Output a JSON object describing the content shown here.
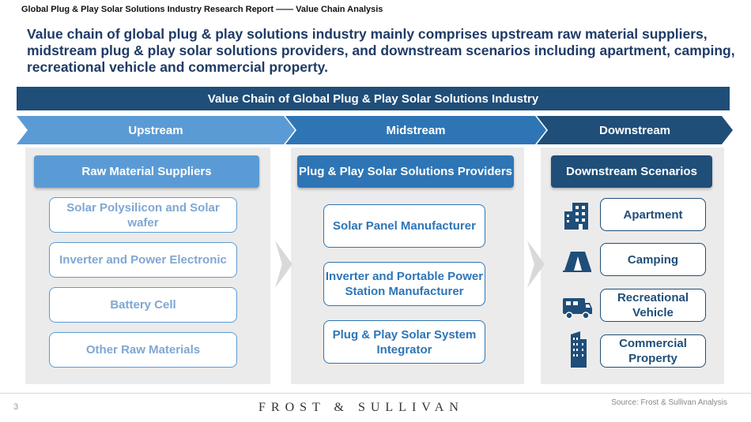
{
  "report_title": "Global Plug & Play Solar Solutions Industry Research Report —— Value Chain Analysis",
  "headline": "Value chain of global plug & play solutions industry mainly comprises upstream raw material suppliers, midstream plug & play solar solutions providers, and downstream scenarios including apartment, camping, recreational vehicle and commercial property.",
  "banner": "Value Chain of Global Plug & Play Solar Solutions Industry",
  "stages": {
    "upstream": "Upstream",
    "midstream": "Midstream",
    "downstream": "Downstream"
  },
  "upstream": {
    "header": "Raw Material Suppliers",
    "items": [
      "Solar Polysilicon and Solar wafer",
      "Inverter and Power Electronic",
      "Battery Cell",
      "Other Raw Materials"
    ]
  },
  "midstream": {
    "header": "Plug & Play Solar Solutions Providers",
    "items": [
      "Solar Panel Manufacturer",
      "Inverter and Portable Power Station Manufacturer",
      "Plug & Play Solar System Integrator"
    ]
  },
  "downstream": {
    "header": "Downstream Scenarios",
    "items": [
      "Apartment",
      "Camping",
      "Recreational Vehicle",
      "Commercial Property"
    ],
    "icons": [
      "apartment-icon",
      "tent-icon",
      "rv-icon",
      "skyscraper-icon"
    ]
  },
  "colors": {
    "light_blue": "#5b9bd5",
    "mid_blue": "#2e75b6",
    "dark_blue": "#1f4e79"
  },
  "footer": {
    "page": "3",
    "logo": "FROST & SULLIVAN",
    "source": "Source: Frost & Sullivan Analysis"
  }
}
